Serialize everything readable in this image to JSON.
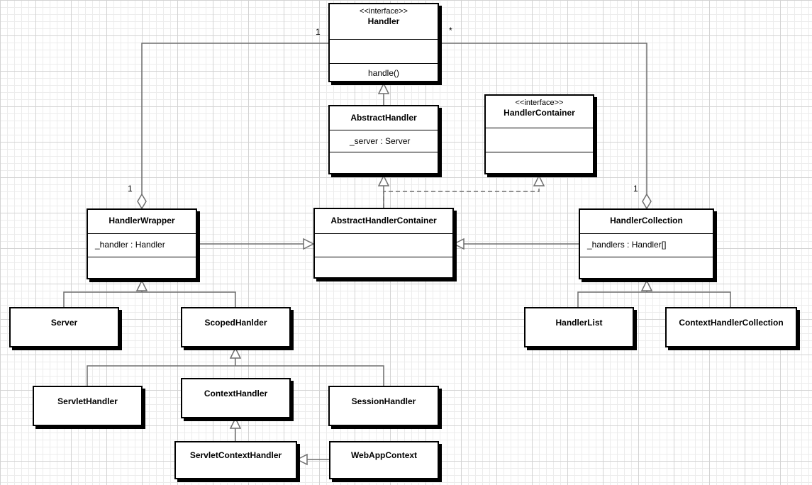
{
  "classes": {
    "handler": {
      "stereotype": "<<interface>>",
      "name": "Handler",
      "operation": "handle()"
    },
    "abstract_handler": {
      "name": "AbstractHandler",
      "attribute": "_server : Server"
    },
    "handler_container": {
      "stereotype": "<<interface>>",
      "name": "HandlerContainer"
    },
    "handler_wrapper": {
      "name": "HandlerWrapper",
      "attribute": "_handler : Handler"
    },
    "abstract_handler_container": {
      "name": "AbstractHandlerContainer"
    },
    "handler_collection": {
      "name": "HandlerCollection",
      "attribute": "_handlers : Handler[]"
    },
    "server": {
      "name": "Server"
    },
    "scoped_handler": {
      "name": "ScopedHanlder"
    },
    "handler_list": {
      "name": "HandlerList"
    },
    "context_handler_collection": {
      "name": "ContextHandlerCollection"
    },
    "servlet_handler": {
      "name": "ServletHandler"
    },
    "context_handler": {
      "name": "ContextHandler"
    },
    "session_handler": {
      "name": "SessionHandler"
    },
    "servlet_context_handler": {
      "name": "ServletContextHandler"
    },
    "webapp_context": {
      "name": "WebAppContext"
    }
  },
  "multiplicities": {
    "handler_left": "1",
    "handler_right": "*",
    "wrapper_end": "1",
    "collection_end": "1"
  },
  "colors": {
    "line": "#6e6e6e",
    "border": "#000000"
  }
}
